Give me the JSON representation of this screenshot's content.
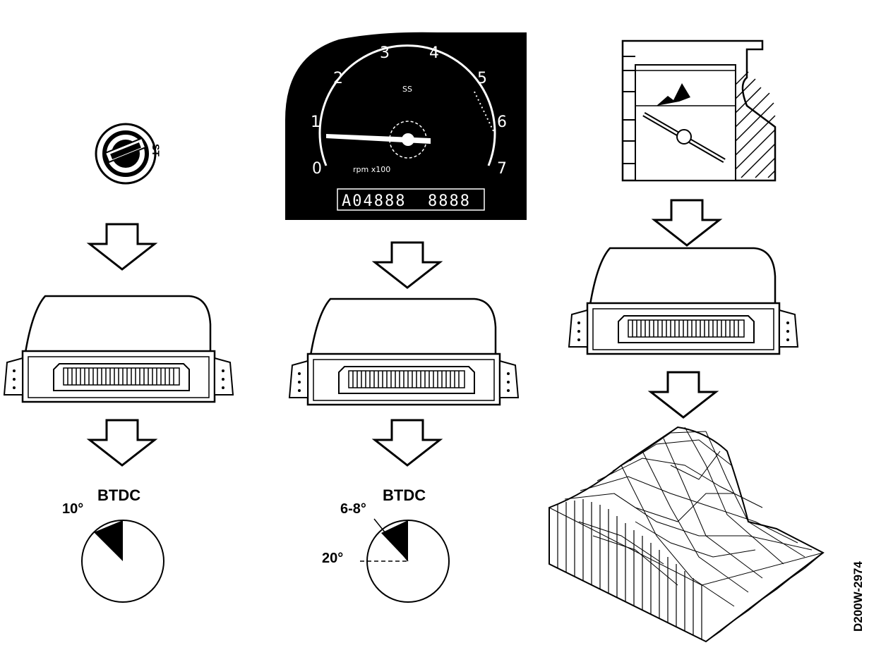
{
  "diagram": {
    "key_switch": {
      "mark": "ST"
    },
    "tachometer": {
      "ticks": [
        "0",
        "1",
        "2",
        "3",
        "4",
        "5",
        "6",
        "7"
      ],
      "brand": "SS",
      "unit": "rpm x100",
      "odometer": "A04888",
      "trip": "8888"
    },
    "left_result": {
      "label": "BTDC",
      "angle": "10°"
    },
    "middle_result": {
      "label": "BTDC",
      "angle": "6-8°",
      "dashed_angle": "20°"
    },
    "figure_code": "D200W-2974"
  }
}
